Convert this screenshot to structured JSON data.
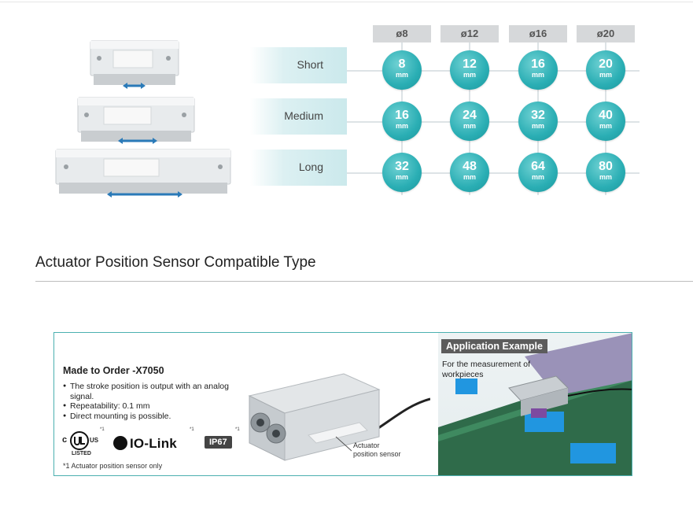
{
  "stroke_table": {
    "columns": [
      "ø8",
      "ø12",
      "ø16",
      "ø20"
    ],
    "rows": [
      {
        "label": "Short",
        "values": [
          "8",
          "12",
          "16",
          "20"
        ]
      },
      {
        "label": "Medium",
        "values": [
          "16",
          "24",
          "32",
          "40"
        ]
      },
      {
        "label": "Long",
        "values": [
          "32",
          "48",
          "64",
          "80"
        ]
      }
    ],
    "unit": "mm"
  },
  "section": {
    "title": "Actuator Position Sensor Compatible Type"
  },
  "banner": {
    "title": "Made to Order -X7050",
    "bullets": [
      "The stroke position is output with an analog signal.",
      "Repeatability: 0.1 mm",
      "Direct mounting is possible."
    ],
    "cert_ul_text": "LISTED",
    "cert_ul_prefix": "c",
    "cert_ul_suffix": "US",
    "cert_iolink": "IO-Link",
    "cert_ip": "IP67",
    "footnote_mark": "*1",
    "footnote": "*1  Actuator position sensor only",
    "callout": [
      "Actuator",
      "position sensor"
    ],
    "app_title": "Application Example",
    "app_desc": "For the measurement of workpieces"
  },
  "colors": {
    "teal": "#2aaeb4",
    "band": "#cbe9ec",
    "border": "#4bb0b0"
  }
}
